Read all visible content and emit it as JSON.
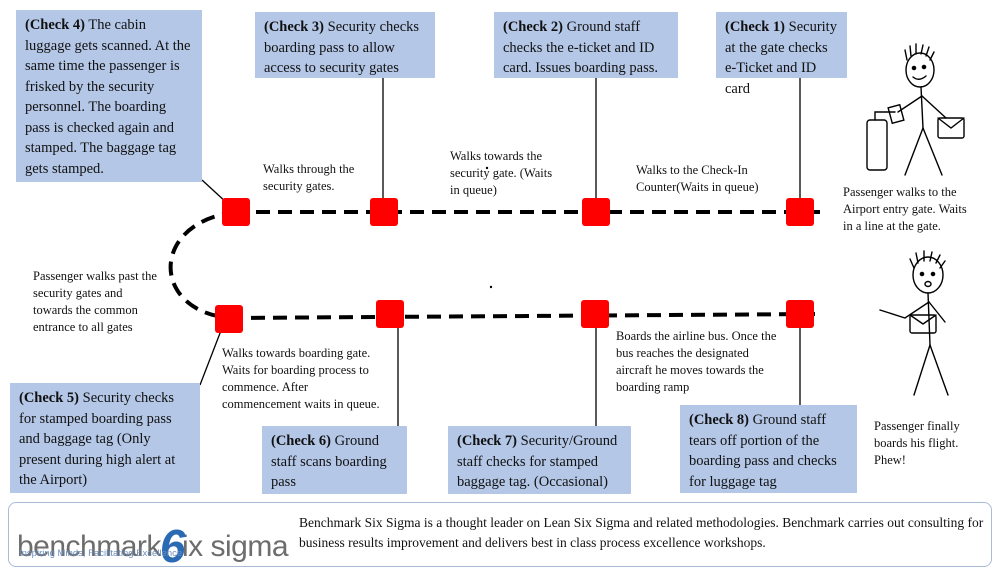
{
  "checks": [
    {
      "id": "check-1",
      "label": "(Check 1)",
      "text": " Security at the gate checks e-Ticket and ID card"
    },
    {
      "id": "check-2",
      "label": "(Check 2)",
      "text": " Ground staff checks the e-ticket and ID card. Issues boarding pass."
    },
    {
      "id": "check-3",
      "label": "(Check 3)",
      "text": " Security checks boarding pass to allow access to security gates"
    },
    {
      "id": "check-4",
      "label": "(Check 4)",
      "text": " The cabin luggage gets scanned. At the same time the passenger is frisked by the security personnel. The boarding pass is checked again and stamped. The baggage tag gets stamped."
    },
    {
      "id": "check-5",
      "label": "(Check 5)",
      "text": " Security checks for stamped boarding pass and baggage tag (Only present during high alert at the Airport)"
    },
    {
      "id": "check-6",
      "label": "(Check 6)",
      "text": " Ground staff scans boarding pass"
    },
    {
      "id": "check-7",
      "label": "(Check 7)",
      "text": " Security/Ground staff checks for stamped baggage tag. (Occasional)"
    },
    {
      "id": "check-8",
      "label": "(Check 8)",
      "text": " Ground staff tears off portion of the boarding pass and checks for luggage tag"
    }
  ],
  "notes": {
    "entry": "Passenger walks to the Airport entry gate. Waits in a line at the gate.",
    "to_checkin": "Walks to the Check-In Counter(Waits in queue)",
    "to_security": "Walks towards the security gate. (Waits in queue)",
    "through_security": "Walks through the security gates.",
    "past_security": "Passenger walks past the security gates and towards the common entrance to all gates",
    "to_boarding": "Walks towards boarding gate. Waits for boarding process to commence. After commencement waits in queue.",
    "bus": "Boards the airline bus. Once the bus reaches the designated aircraft he moves towards the boarding ramp",
    "final": "Passenger finally boards his flight. Phew!"
  },
  "footer": {
    "logo_word1": "benchmark",
    "logo_six": "6",
    "logo_word2": "ix sigma",
    "logo_tagline": "Inspiring Minds, Facilitating Excellence",
    "description": "Benchmark Six Sigma is a thought leader on Lean Six Sigma and related methodologies. Benchmark carries out consulting for business results improvement and delivers best in class process excellence workshops."
  },
  "colors": {
    "box_fill": "#b4c7e7",
    "checkpoint": "#ff0000",
    "path": "#000000",
    "logo_blue": "#2a6ab3"
  }
}
